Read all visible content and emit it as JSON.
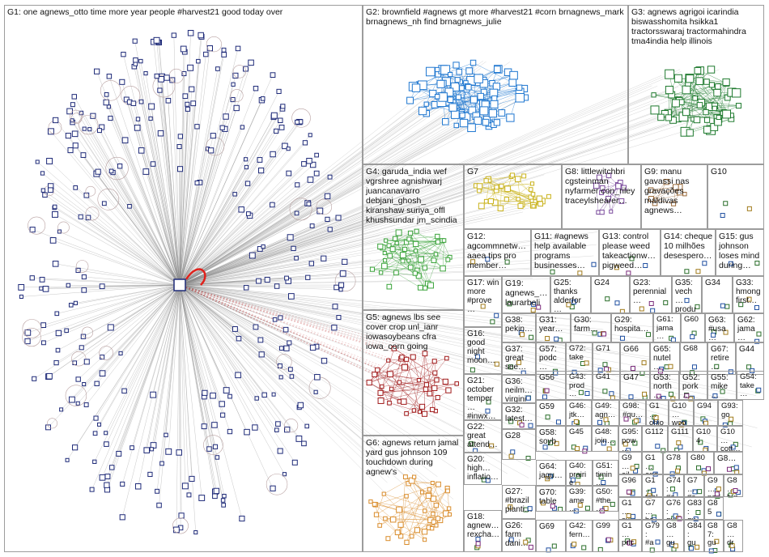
{
  "graph": {
    "hub_node": "agnews_otto",
    "accent_colors": {
      "edge": "#8c8c8c",
      "edge_red": "#b22222",
      "hub_loop": "#e0211b",
      "node_border": "#1e2a78",
      "g2_blue": "#1f77d0",
      "g3_green": "#1e7a2e",
      "g4_green": "#3aa33a",
      "g5_red": "#a0191a",
      "g7_yellow": "#c9b21a",
      "g6_orange": "#d98c2b"
    },
    "groups": [
      {
        "id": "G1",
        "label": "G1: one agnews_otto time more year people #harvest21 good today over"
      },
      {
        "id": "G2",
        "label": "G2: brownfield #agnews gt more #harvest21 #corn brnagnews_mark brnagnews_nh find brnagnews_julie"
      },
      {
        "id": "G3",
        "label": "G3: agnews agrigoi icarindia biswasshomita hsikka1 tractorsswaraj tractormahindra tma4india help illinois"
      },
      {
        "id": "G4",
        "label": "G4: garuda_india wef vgrshree agnishwarj juancanavarro debjani_ghosh_ kiranshaw suriya_offl khushsundar jm_scindia"
      },
      {
        "id": "G7",
        "label": "G7"
      },
      {
        "id": "G8",
        "label": "G8: littlewitchbri cgsteinman nyfarmer con_riley traceylshearer…"
      },
      {
        "id": "G9",
        "label": "G9: manu gavassi nas gravações maldivas agnews…"
      },
      {
        "id": "G10",
        "label": "G10"
      },
      {
        "id": "G12",
        "label": "G12: agcommnetw… aaea tips pro member…"
      },
      {
        "id": "G11",
        "label": "G11: #agnews help available programs businesses…"
      },
      {
        "id": "G13",
        "label": "G13: control please weed takeactionw… pigweed…"
      },
      {
        "id": "G14",
        "label": "G14: cheque 10 milhões desespero…"
      },
      {
        "id": "G15",
        "label": "G15: gus johnson loses mind during…"
      },
      {
        "id": "G17",
        "label": "G17: win more #prove…"
      },
      {
        "id": "G19",
        "label": "G19: agnews_… laurarbeli…"
      },
      {
        "id": "G25",
        "label": "G25: thanks alderfor…"
      },
      {
        "id": "G24",
        "label": "G24"
      },
      {
        "id": "G23",
        "label": "G23: perennial…"
      },
      {
        "id": "G35",
        "label": "G35: vech… produ…"
      },
      {
        "id": "G34",
        "label": "G34"
      },
      {
        "id": "G33",
        "label": "G33: hmong first…"
      },
      {
        "id": "G5",
        "label": "G5: agnews lbs see cover crop unl_ianr iowasoybeans cfra iowa_corn going"
      },
      {
        "id": "G38",
        "label": "G38: pekin…"
      },
      {
        "id": "G31",
        "label": "G31: year…"
      },
      {
        "id": "G30",
        "label": "G30: farm…"
      },
      {
        "id": "G29",
        "label": "G29: hospita…"
      },
      {
        "id": "G61",
        "label": "G61: jama…"
      },
      {
        "id": "G60",
        "label": "G60"
      },
      {
        "id": "G63",
        "label": "G63: #usa…"
      },
      {
        "id": "G62",
        "label": "G62: jama…"
      },
      {
        "id": "G16",
        "label": "G16: good night moon…"
      },
      {
        "id": "G37",
        "label": "G37: great see…"
      },
      {
        "id": "G57",
        "label": "G57: podc…"
      },
      {
        "id": "G72",
        "label": "G72: take"
      },
      {
        "id": "G71",
        "label": "G71"
      },
      {
        "id": "G66",
        "label": "G66"
      },
      {
        "id": "G65",
        "label": "G65: nutel…"
      },
      {
        "id": "G68",
        "label": "G68"
      },
      {
        "id": "G67",
        "label": "G67: retire…"
      },
      {
        "id": "G44",
        "label": "G44"
      },
      {
        "id": "G36",
        "label": "G36: neilm… virgini…"
      },
      {
        "id": "G56",
        "label": "G56"
      },
      {
        "id": "G43",
        "label": "G43: prod…"
      },
      {
        "id": "G41",
        "label": "G41"
      },
      {
        "id": "G47",
        "label": "G47"
      },
      {
        "id": "G53",
        "label": "G53: north…"
      },
      {
        "id": "G52",
        "label": "G52: pork…"
      },
      {
        "id": "G55",
        "label": "G55: mike…"
      },
      {
        "id": "G54",
        "label": "G54: take…"
      },
      {
        "id": "G21",
        "label": "G21: october temper… #inwx…"
      },
      {
        "id": "G59",
        "label": "G59"
      },
      {
        "id": "G46",
        "label": "G46: jtk…"
      },
      {
        "id": "G49",
        "label": "G49: agn…"
      },
      {
        "id": "G98",
        "label": "G98: #qu…"
      },
      {
        "id": "G1a",
        "label": "G1… ohio…"
      },
      {
        "id": "G10a",
        "label": "G10… woo…"
      },
      {
        "id": "G94",
        "label": "G94"
      },
      {
        "id": "G93",
        "label": "G93: go"
      },
      {
        "id": "G32",
        "label": "G32: latest…"
      },
      {
        "id": "G58",
        "label": "G58: soyb…"
      },
      {
        "id": "G45",
        "label": "G45"
      },
      {
        "id": "G48",
        "label": "G48: join…"
      },
      {
        "id": "G95",
        "label": "G95: pow…"
      },
      {
        "id": "G112",
        "label": "G112"
      },
      {
        "id": "G111",
        "label": "G111"
      },
      {
        "id": "G104",
        "label": "G104"
      },
      {
        "id": "G10b",
        "label": "G10… cott…"
      },
      {
        "id": "G22",
        "label": "G22: great attend…"
      },
      {
        "id": "G6",
        "label": "G6: agnews return jamal yard gus johnson 109 touchdown during agnew's"
      },
      {
        "id": "G28",
        "label": "G28"
      },
      {
        "id": "G9b",
        "label": "G9… oil…"
      },
      {
        "id": "G1b",
        "label": "G1… ene…"
      },
      {
        "id": "G78",
        "label": "G78"
      },
      {
        "id": "G80",
        "label": "G80"
      },
      {
        "id": "G8b",
        "label": "G8…"
      },
      {
        "id": "G20",
        "label": "G20: high… inflatio…"
      },
      {
        "id": "G64",
        "label": "G64: jagu…"
      },
      {
        "id": "G40",
        "label": "G40: prairie"
      },
      {
        "id": "G51",
        "label": "G51: timin…"
      },
      {
        "id": "G96",
        "label": "G96"
      },
      {
        "id": "G1c",
        "label": "G1… tabl…"
      },
      {
        "id": "G74",
        "label": "G74: #a…"
      },
      {
        "id": "G7b",
        "label": "G7… #a…"
      },
      {
        "id": "G9c",
        "label": "G9… pa…"
      },
      {
        "id": "G8c",
        "label": "G8… byr…"
      },
      {
        "id": "G27",
        "label": "G27: #brazil planti…"
      },
      {
        "id": "G70",
        "label": "G70: table…"
      },
      {
        "id": "G39",
        "label": "G39: ame…"
      },
      {
        "id": "G50",
        "label": "G50: #the…"
      },
      {
        "id": "G1d",
        "label": "G1… su…"
      },
      {
        "id": "G7c",
        "label": "G7… bo…"
      },
      {
        "id": "G76",
        "label": "G76: gu…"
      },
      {
        "id": "G83",
        "label": "G83: gu…"
      },
      {
        "id": "G85",
        "label": "G85"
      },
      {
        "id": "G18",
        "label": "G18: agnew… rexcha…"
      },
      {
        "id": "G26",
        "label": "G26: farm dani…"
      },
      {
        "id": "G69",
        "label": "G69"
      },
      {
        "id": "G42",
        "label": "G42: fern…"
      },
      {
        "id": "G99",
        "label": "G99"
      },
      {
        "id": "G1e",
        "label": "G1… pric…"
      },
      {
        "id": "G79",
        "label": "G79: #a…"
      },
      {
        "id": "G8d",
        "label": "G8… gu…"
      },
      {
        "id": "G84",
        "label": "G84: gu…"
      },
      {
        "id": "G87",
        "label": "G87: gu…"
      },
      {
        "id": "G8e",
        "label": "G8… dr…"
      }
    ]
  }
}
